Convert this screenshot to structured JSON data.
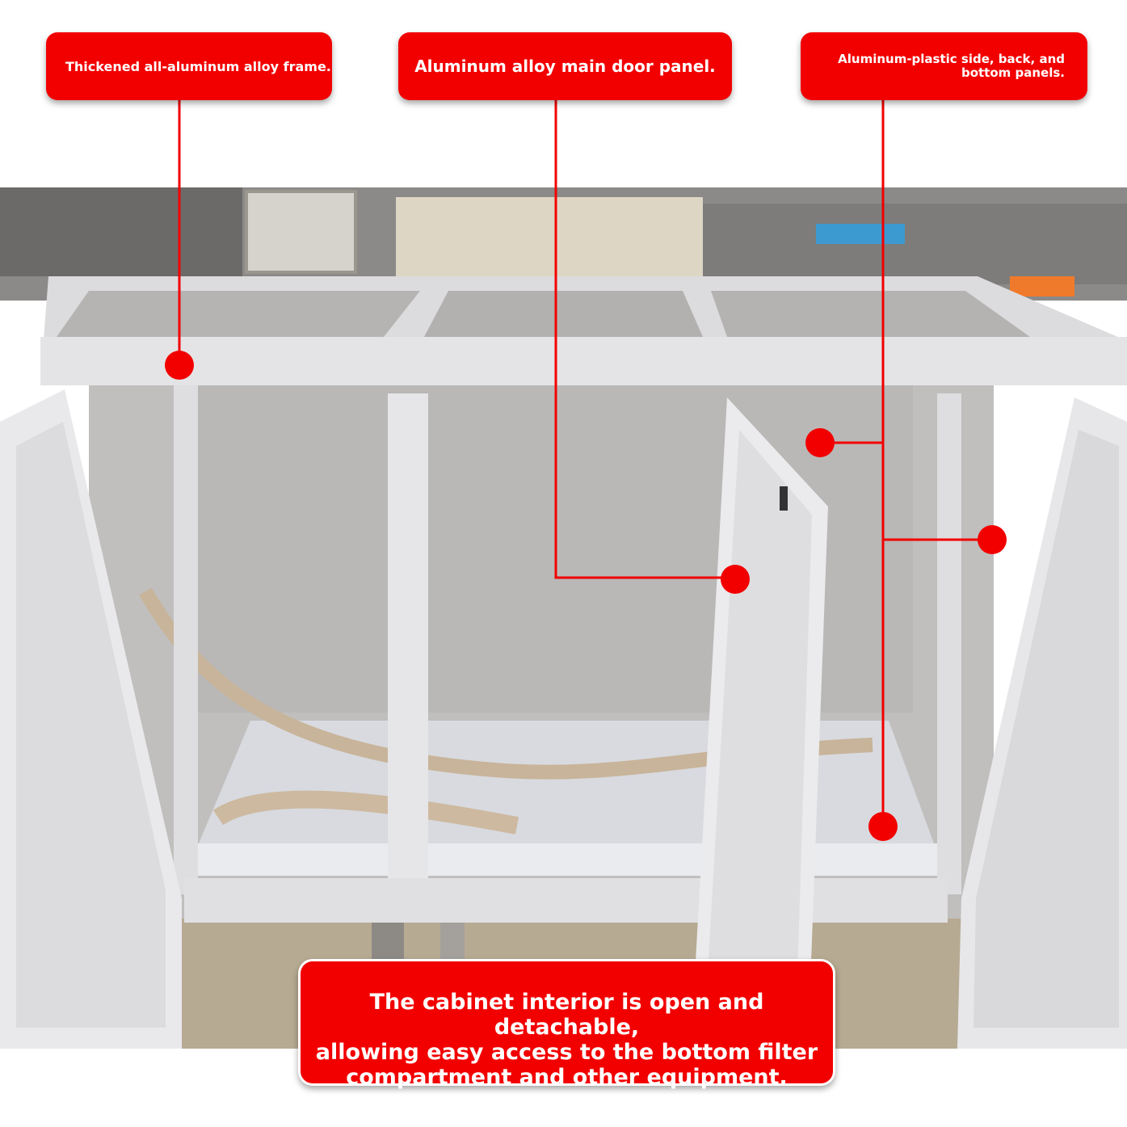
{
  "callouts": {
    "frame": "Thickened all-aluminum alloy frame.",
    "door": "Aluminum alloy main door panel.",
    "panels": {
      "line1": "Aluminum-plastic side, back, and",
      "line2": "bottom panels."
    },
    "bottom": {
      "line1": "The cabinet interior is open and detachable,",
      "line2": "allowing easy access to the bottom filter",
      "line3": "compartment and other equipment."
    }
  },
  "colors": {
    "accent": "#f20000",
    "frame": "#e2e2e4",
    "panel": "#bdbcbb",
    "floor": "#b7aa93"
  }
}
